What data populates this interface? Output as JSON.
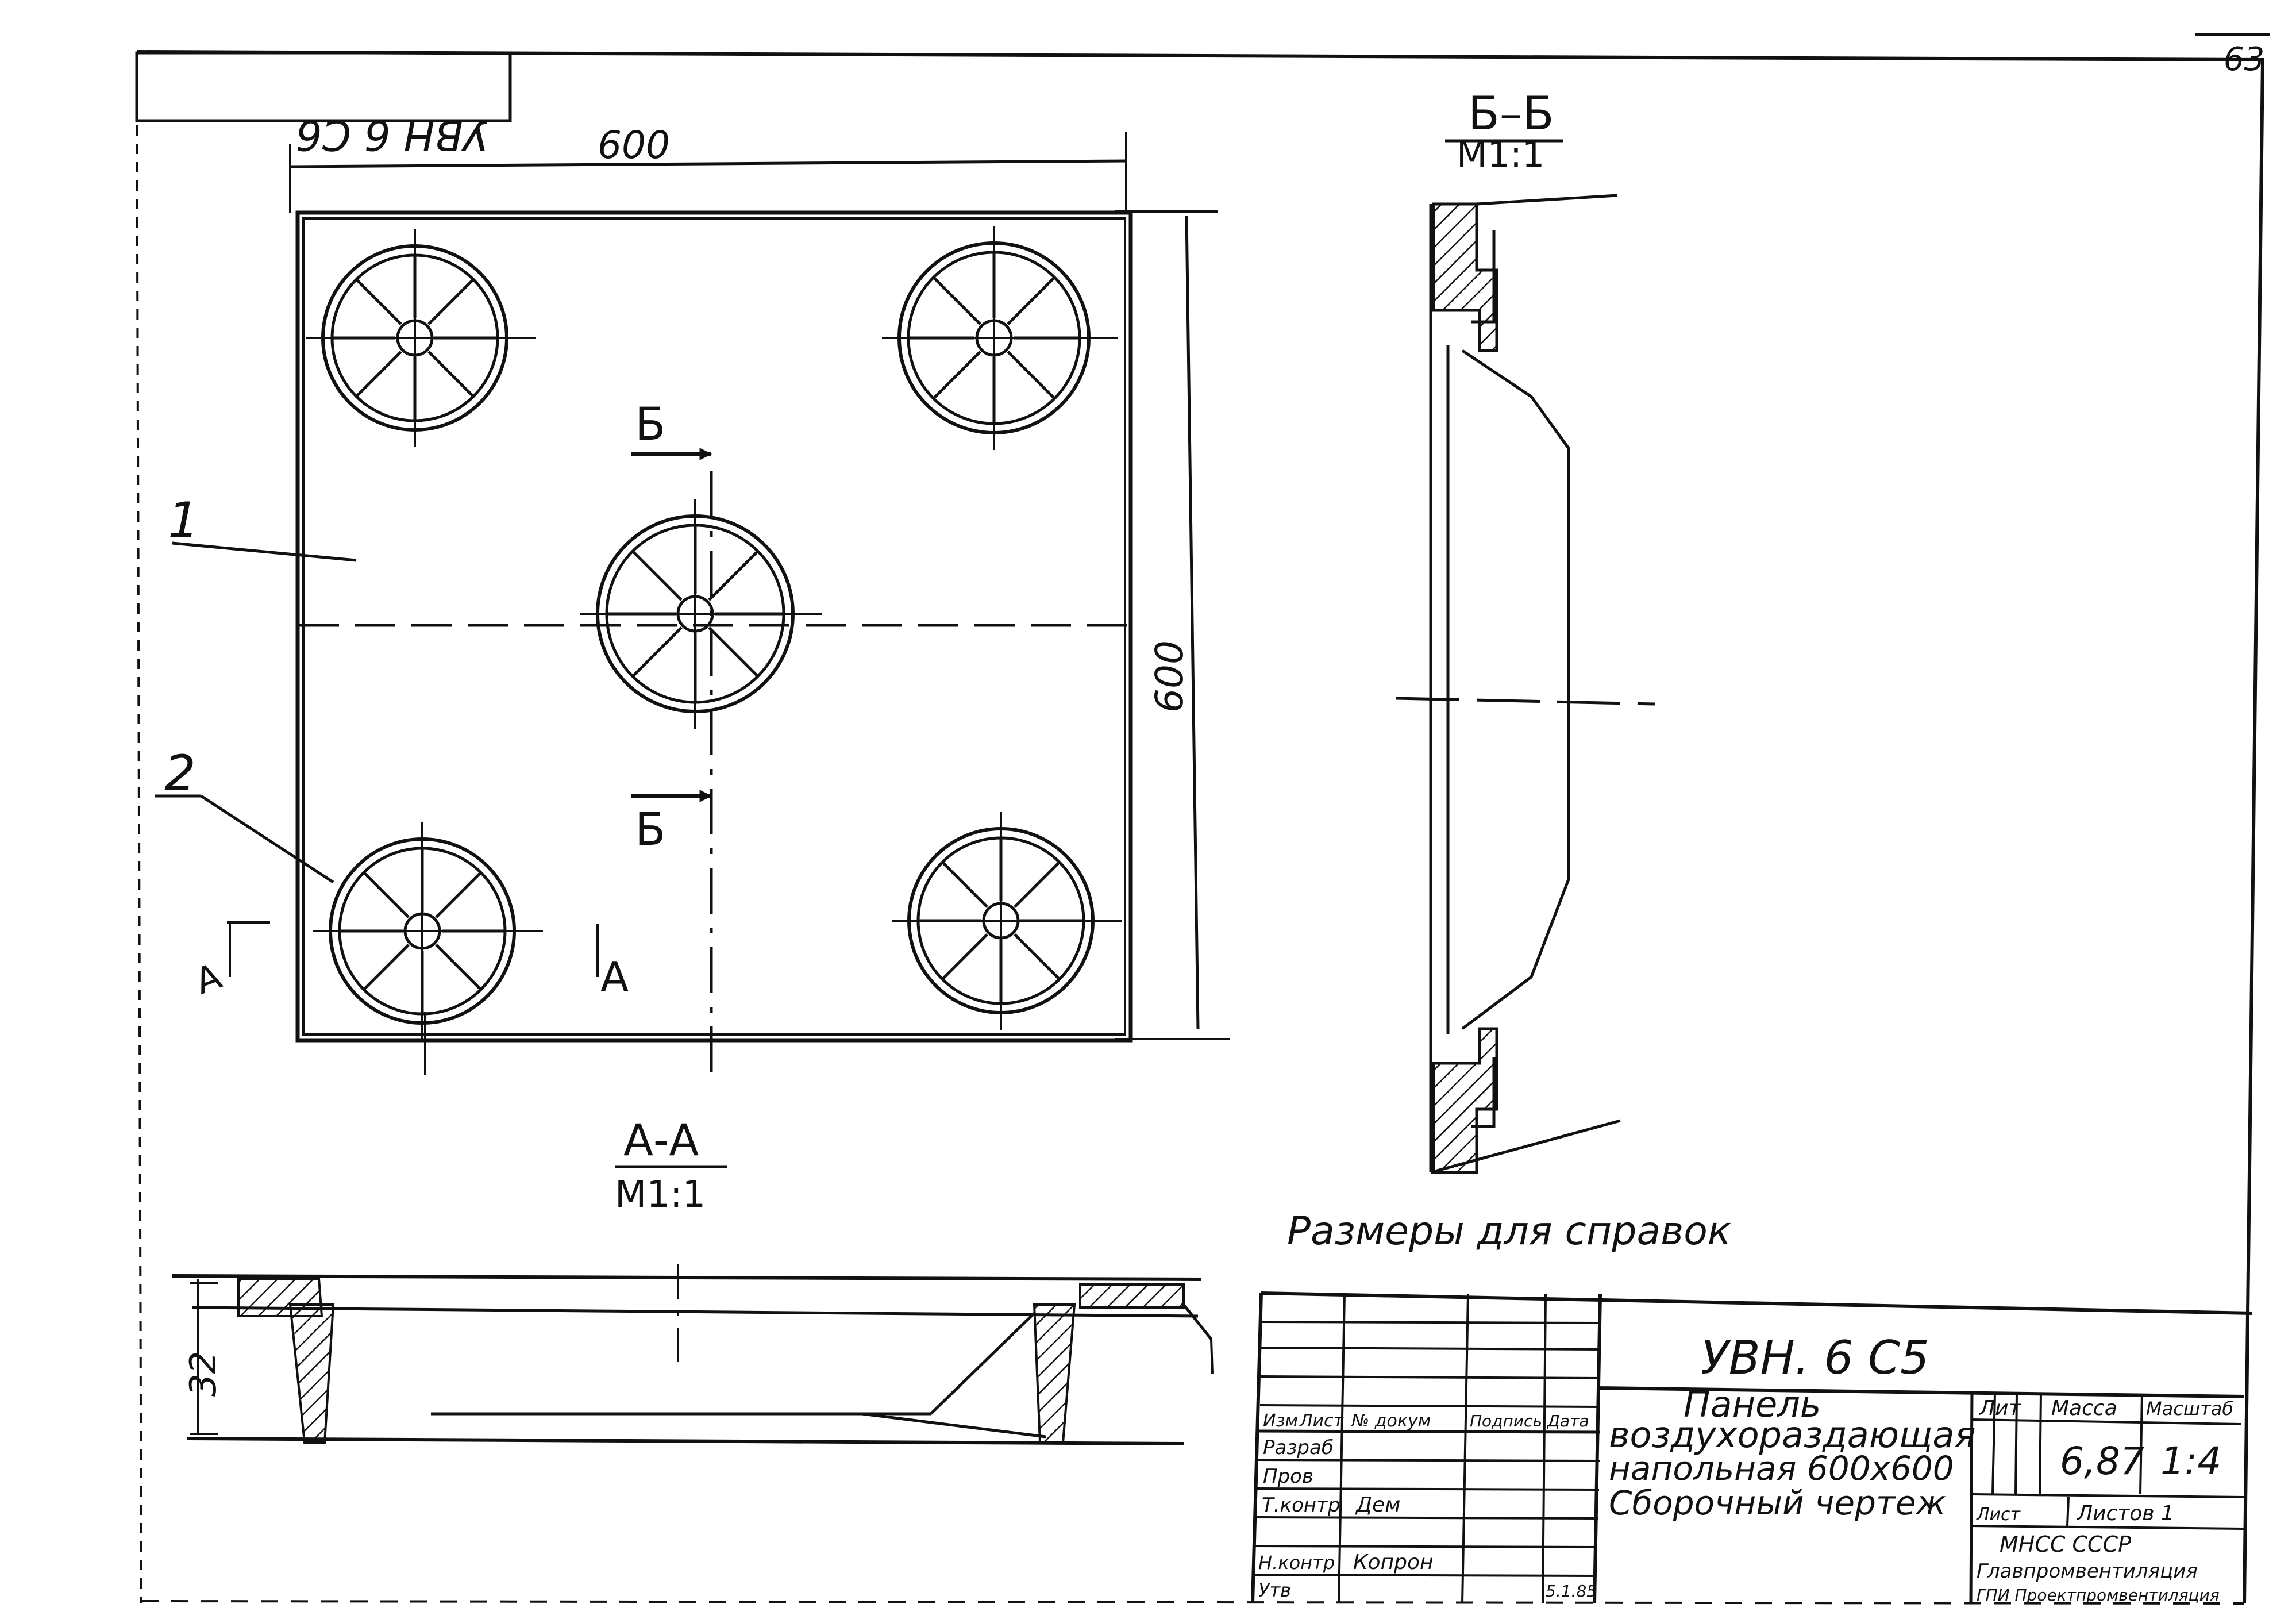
{
  "sheet": {
    "page_number": "63",
    "mirrored_stamp": "УВН 6 С6"
  },
  "plan_view": {
    "dimension_width": "600",
    "dimension_height": "600",
    "callout_1": "1",
    "callout_2": "2",
    "section_bb_top": "Б",
    "section_bb_bottom": "Б",
    "section_aa_mark": "А",
    "section_aa_mark_left": "А"
  },
  "section_aa": {
    "title": "А-А",
    "scale": "М1:1",
    "dimension_height": "32"
  },
  "section_bb": {
    "title": "Б–Б",
    "scale": "М1:1"
  },
  "note": "Размеры для справок",
  "title_block": {
    "designation": "УВН. 6 С5",
    "name_line1": "Панель",
    "name_line2": "воздухораздающая",
    "name_line3": "напольная 600х600",
    "name_line4": "Сборочный чертеж",
    "headers": {
      "izm": "Изм",
      "list": "Лист",
      "doc": "№ докум",
      "sign": "Подпись",
      "date": "Дата"
    },
    "roles": [
      "Разраб",
      "Пров",
      "Т.контр",
      "",
      "Н.контр",
      "Утв"
    ],
    "names": [
      "",
      "",
      "Дем",
      "",
      "Копрон",
      ""
    ],
    "date_last": "5.1.85",
    "lit_label": "Лит",
    "mass_label": "Масса",
    "scale_label": "Масштаб",
    "mass_value": "6,87",
    "scale_value": "1:4",
    "sheet_label": "Лист",
    "sheets_label": "Листов 1",
    "org_line1": "МНСС   СССР",
    "org_line2": "Главпромвентиляция",
    "org_line3": "ГПИ Проектпромвентиляция"
  }
}
